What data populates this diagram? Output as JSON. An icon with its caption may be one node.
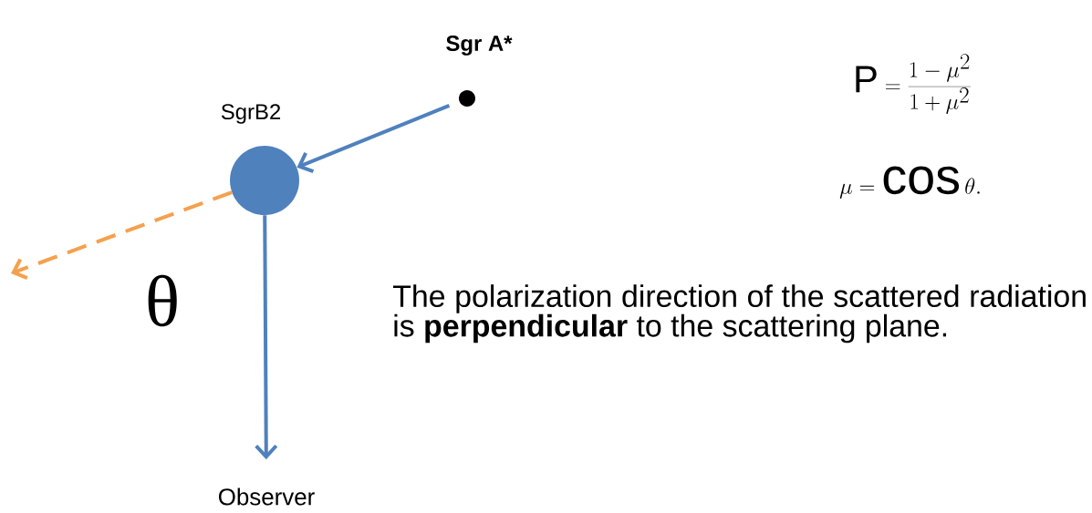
{
  "diagram": {
    "nodes": [
      {
        "text": [
          "Sgr A*"
        ]
      },
      {
        "text": [
          "SgrB2"
        ]
      },
      {
        "text": [
          "Observer"
        ]
      }
    ],
    "edges": [
      {
        "from": 0,
        "to": 1,
        "arrow": "to"
      },
      {
        "from": 1,
        "to": null,
        "arrow": "to",
        "style": "dashed",
        "color": "#f5a04e"
      },
      {
        "from": 1,
        "to": 2,
        "arrow": "to"
      }
    ],
    "labels": [
      "θ",
      "\\mathrm{P}=\\frac{1-\\mu^2}{1+\\mu^2}",
      "\\mu=\\cos\\theta.",
      "The polarization direction of the scattered radiation is **perpendicular** to the scattering plane."
    ]
  }
}
